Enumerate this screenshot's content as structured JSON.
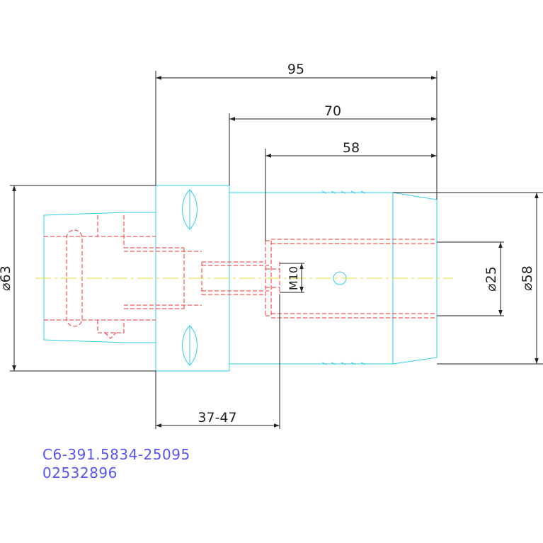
{
  "dimensions": {
    "overall_length": "95",
    "mid_length": "70",
    "bore_depth": "58",
    "clamp_range": "37-47",
    "flange_diameter": "⌀63",
    "body_diameter": "⌀58",
    "bore_diameter": "⌀25",
    "thread": "M10"
  },
  "part": {
    "code": "C6-391.5834-25095",
    "id": "02532896"
  },
  "colors": {
    "outline": "#33ccee",
    "hidden": "#ee3333",
    "center": "#dddd33",
    "dimension": "#222222",
    "text": "#5555ee"
  }
}
